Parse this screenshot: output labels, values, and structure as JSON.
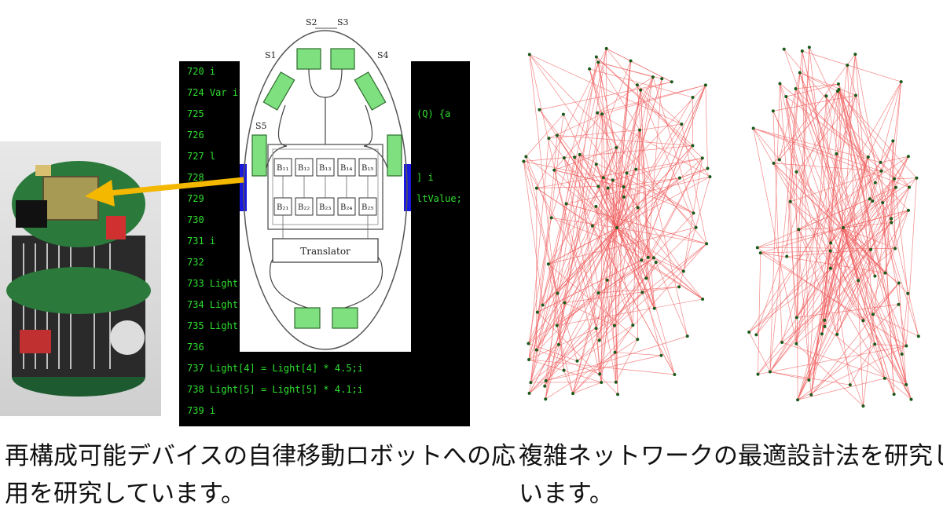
{
  "schematic": {
    "sensor_labels": [
      "S1",
      "S2",
      "S3",
      "S4",
      "S5"
    ],
    "module_labels": [
      "B₁₁",
      "B₁₂",
      "B₁₃",
      "B₁₄",
      "B₁₅",
      "B₂₁",
      "B₂₂",
      "B₂₃",
      "B₂₄",
      "B₂₅"
    ],
    "translator_label": "Translator"
  },
  "terminal": {
    "line_numbers": [
      "720",
      "724",
      "725",
      "726",
      "727",
      "728",
      "729",
      "730",
      "731",
      "732",
      "733",
      "734",
      "735",
      "736",
      "737",
      "738",
      "739"
    ],
    "fragments": [
      "i",
      "Var i",
      "l",
      "i",
      "Light",
      "Light",
      "Light",
      "Light[4] = Light[4] * 4.5;i",
      "Light[5] = Light[5] * 4.1;i"
    ],
    "right_fragments": [
      "(Q) {a",
      "] i",
      "ltValue;"
    ]
  },
  "captions": {
    "left_line1": "再構成可能デバイスの自律移動ロボットへの応",
    "left_line2": "用を研究しています。",
    "right_line1": "複雑ネットワークの最適設計法を研究して",
    "right_line2": "います。"
  },
  "colors": {
    "arrow": "#f5b800",
    "network_edge": "#f06060",
    "network_node": "#1a5a1a",
    "sensor_fill": "#7fe07f",
    "terminal_text": "#2fe02f"
  }
}
